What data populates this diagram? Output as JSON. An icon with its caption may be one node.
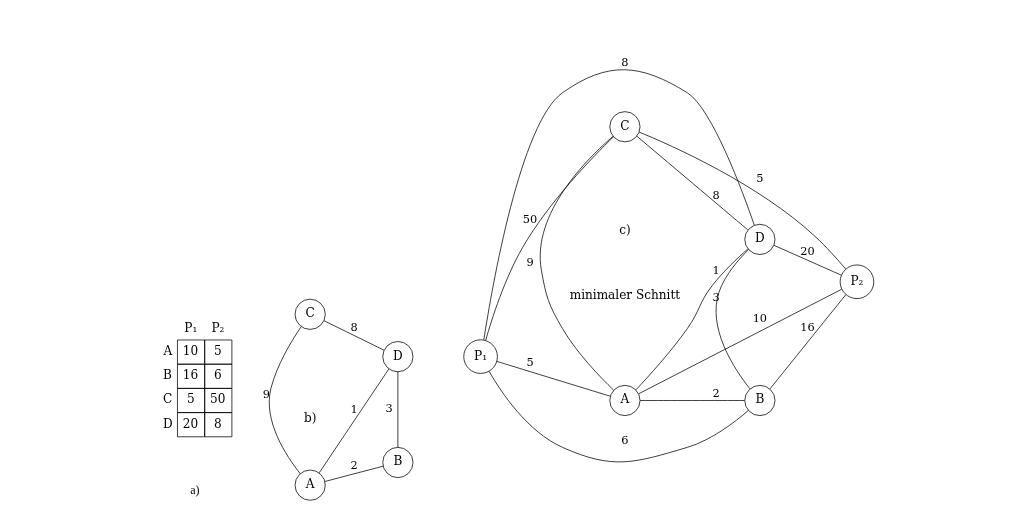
{
  "diagram": {
    "nodes": [
      {
        "text": [
          "A"
        ]
      },
      {
        "text": [
          "B"
        ]
      },
      {
        "text": [
          "C"
        ]
      },
      {
        "text": [
          "D"
        ]
      },
      {
        "text": [
          "A"
        ]
      },
      {
        "text": [
          "B"
        ]
      },
      {
        "text": [
          "P₁"
        ]
      },
      {
        "text": [
          "P₂"
        ]
      },
      {
        "text": [
          "C"
        ]
      },
      {
        "text": [
          "D"
        ]
      }
    ],
    "edges": [
      {
        "from": 0,
        "to": 1,
        "arrow": "none",
        "label": "2"
      },
      {
        "from": 0,
        "to": 2,
        "arrow": "none",
        "label": "9"
      },
      {
        "from": 0,
        "to": 3,
        "arrow": "none",
        "label": "1"
      },
      {
        "from": 1,
        "to": 3,
        "arrow": "none",
        "label": "3"
      },
      {
        "from": 2,
        "to": 3,
        "arrow": "none",
        "label": "8"
      },
      {
        "from": 6,
        "to": 4,
        "arrow": "none",
        "label": "5"
      },
      {
        "from": 4,
        "to": 5,
        "arrow": "none",
        "label": "2"
      },
      {
        "from": 5,
        "to": 7,
        "arrow": "none",
        "label": "16"
      },
      {
        "from": 4,
        "to": 8,
        "arrow": "none",
        "label": "9"
      },
      {
        "from": 4,
        "to": 9,
        "arrow": "none",
        "label": "1"
      },
      {
        "from": 5,
        "to": 9,
        "arrow": "none",
        "label": "3"
      },
      {
        "from": 6,
        "to": 8,
        "arrow": "none",
        "label": "50"
      },
      {
        "from": 8,
        "to": 9,
        "arrow": "none",
        "label": "8"
      },
      {
        "from": 9,
        "to": 7,
        "arrow": "none",
        "label": "20"
      },
      {
        "from": 6,
        "to": 5,
        "arrow": "none",
        "label": "6"
      },
      {
        "from": 4,
        "to": 7,
        "arrow": "none",
        "label": "10"
      },
      {
        "from": 6,
        "to": 9,
        "arrow": "none",
        "label": "8"
      },
      {
        "from": 8,
        "to": 7,
        "arrow": "none",
        "label": "5"
      }
    ],
    "labels": [
      "P₁",
      "P₂",
      "A",
      "10",
      "5",
      "B",
      "16",
      "6",
      "C",
      "5",
      "50",
      "D",
      "20",
      "8",
      "minimaler Schnitt",
      "a)",
      "b)",
      "c)"
    ]
  }
}
